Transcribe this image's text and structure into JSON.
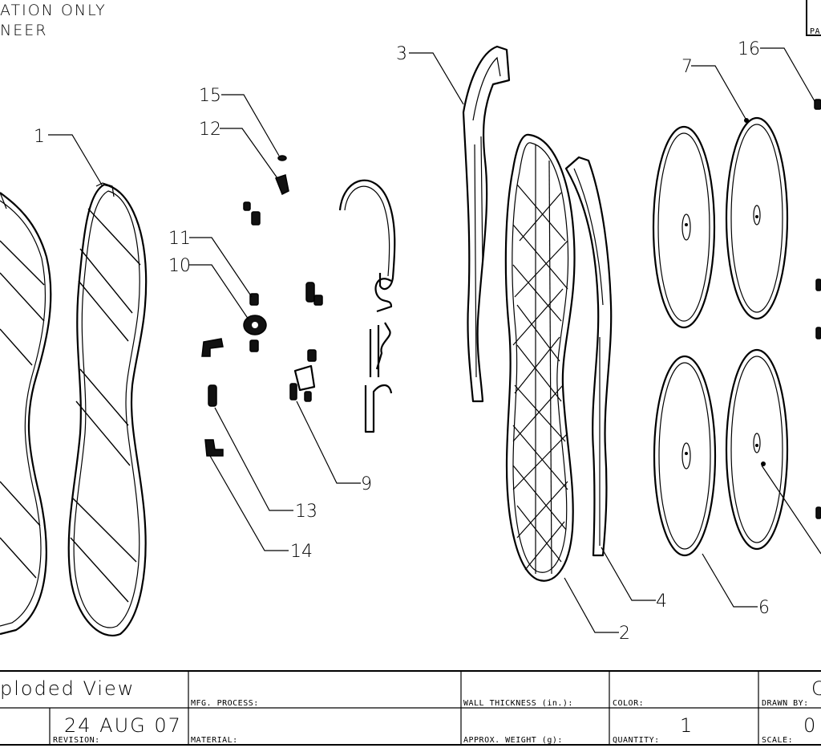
{
  "header": {
    "line1": "ATION ONLY",
    "line2": "NEER",
    "corner_label": "PA"
  },
  "callouts": [
    "1",
    "2",
    "3",
    "4",
    "6",
    "7",
    "9",
    "10",
    "11",
    "12",
    "13",
    "14",
    "15",
    "16"
  ],
  "title_block": {
    "view_title": "ploded View",
    "date": "24 AUG 07",
    "revision_label": "REVISION:",
    "mfg_process_label": "MFG. PROCESS:",
    "material_label": "MATERIAL:",
    "wall_thickness_label": "WALL THICKNESS (in.):",
    "approx_weight_label": "APPROX. WEIGHT (g):",
    "color_label": "COLOR:",
    "quantity_label": "QUANTITY:",
    "quantity_value": "1",
    "drawn_by_label": "DRAWN BY:",
    "scale_label": "SCALE:",
    "right_edge_1": "C",
    "right_edge_2": "0"
  }
}
